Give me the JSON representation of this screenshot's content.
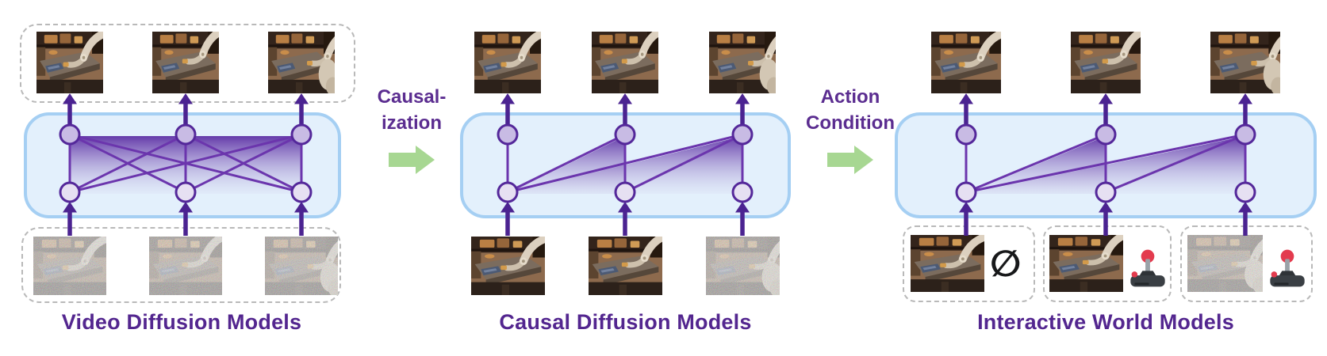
{
  "figure": {
    "panels": [
      {
        "title": "Video Diffusion Models",
        "attention": "bidirectional",
        "edges": [
          [
            0,
            0
          ],
          [
            0,
            1
          ],
          [
            0,
            2
          ],
          [
            1,
            0
          ],
          [
            1,
            1
          ],
          [
            1,
            2
          ],
          [
            2,
            0
          ],
          [
            2,
            1
          ],
          [
            2,
            2
          ]
        ],
        "top_frames": [
          "clean",
          "clean",
          "clean"
        ],
        "bottom_frames": [
          "noisy",
          "noisy",
          "noisy"
        ]
      },
      {
        "title": "Causal Diffusion Models",
        "attention": "causal",
        "edges": [
          [
            0,
            0
          ],
          [
            0,
            1
          ],
          [
            0,
            2
          ],
          [
            1,
            1
          ],
          [
            1,
            2
          ],
          [
            2,
            2
          ]
        ],
        "top_frames": [
          "clean",
          "clean",
          "clean"
        ],
        "bottom_frames": [
          "clean",
          "clean",
          "noisy"
        ]
      },
      {
        "title": "Interactive World Models",
        "attention": "causal",
        "edges": [
          [
            0,
            0
          ],
          [
            0,
            1
          ],
          [
            0,
            2
          ],
          [
            1,
            1
          ],
          [
            1,
            2
          ],
          [
            2,
            2
          ]
        ],
        "top_frames": [
          "clean",
          "clean",
          "clean"
        ],
        "bottom_items": [
          {
            "frame": "clean",
            "action": "no-action",
            "action_symbol": "∅"
          },
          {
            "frame": "clean",
            "action": "joystick"
          },
          {
            "frame": "noisy",
            "action": "joystick"
          }
        ]
      }
    ],
    "transitions": [
      {
        "label_line1": "Causal-",
        "label_line2": "ization"
      },
      {
        "label_line1": "Action",
        "label_line2": "Condition"
      }
    ],
    "colors": {
      "accent_purple": "#53268f",
      "line_purple": "#6b35ad",
      "arrow_purple": "#4b2391",
      "node_border": "#54289a",
      "node_top_fill": "#c8bbe4",
      "node_bottom_fill": "#e6e0f2",
      "box_blue_fill": "#e3f0fc",
      "box_blue_border": "#a5cff3",
      "green_arrow": "#a7d792",
      "fill_gradient_top": "#5a2ba2"
    }
  }
}
